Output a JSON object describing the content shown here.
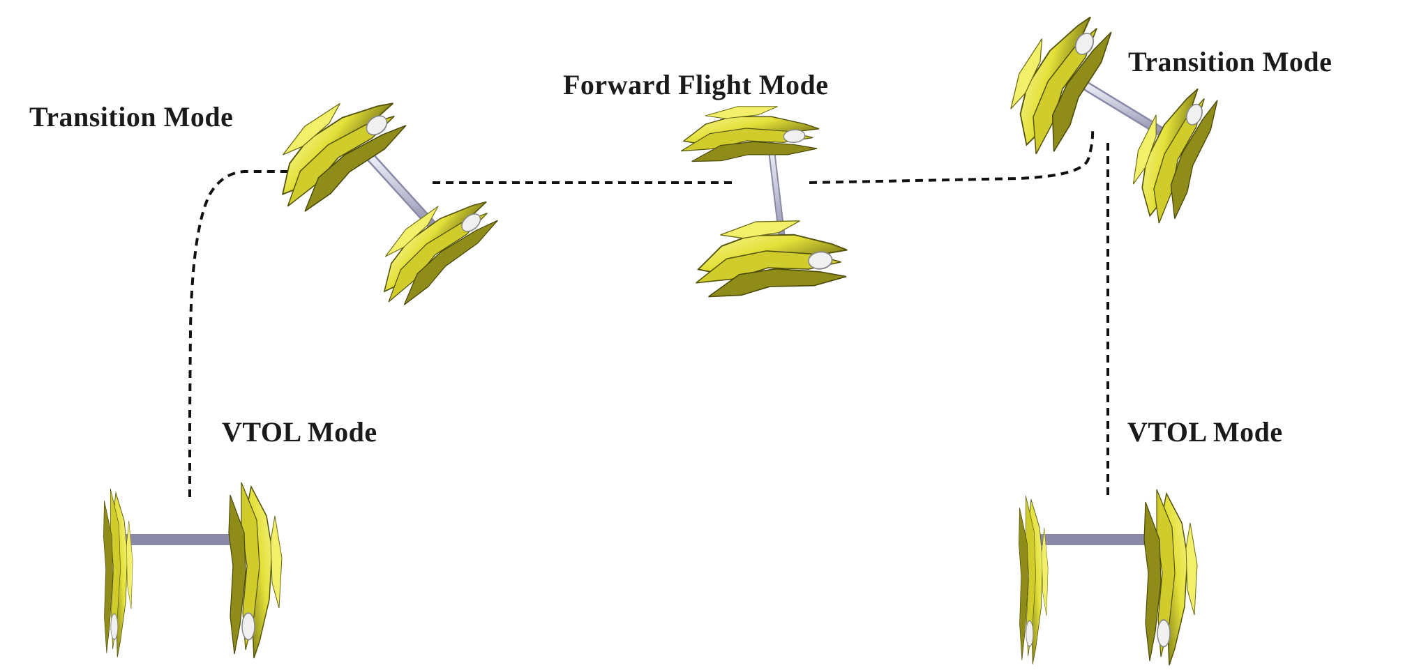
{
  "labels": {
    "transition_left": "Transition Mode",
    "forward_flight": "Forward Flight Mode",
    "transition_right": "Transition Mode",
    "vtol_left": "VTOL Mode",
    "vtol_right": "VTOL Mode"
  },
  "colors": {
    "rotor_fill": "#e8e64a",
    "rotor_shadow": "#6b6a12",
    "rotor_dark": "#4d4d0a",
    "boom": "#c8c8dc",
    "boom_edge": "#8a8aa8",
    "path": "#111111"
  }
}
